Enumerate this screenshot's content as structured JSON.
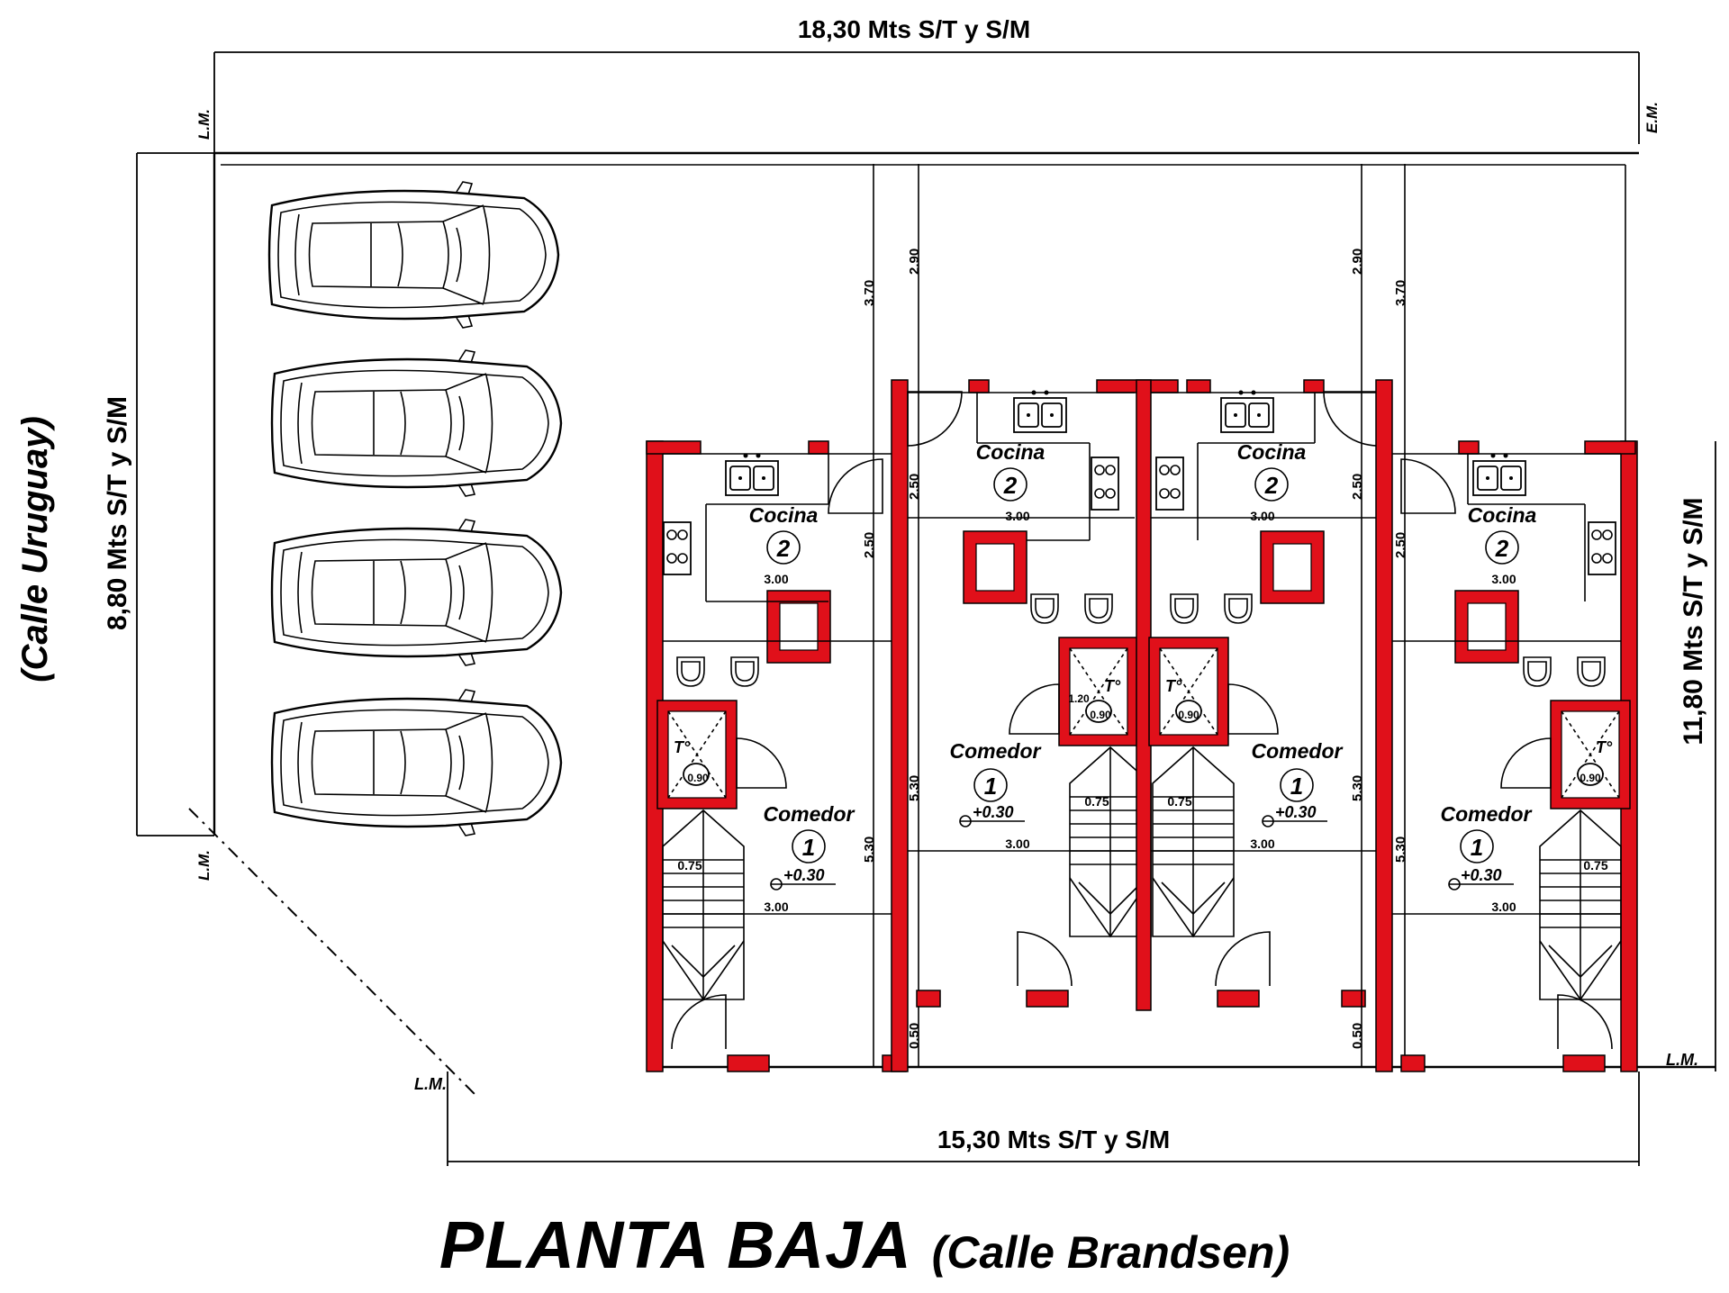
{
  "title": {
    "main": "PLANTA BAJA",
    "sub": "(Calle Brandsen)"
  },
  "dimensions": {
    "top": "18,30 Mts  S/T y S/M",
    "bottom": "15,30 Mts  S/T y S/M",
    "left": "8,80 Mts  S/T y S/M",
    "right": "11,80 Mts  S/T y S/M",
    "street_left": "(Calle Uruguay)"
  },
  "markers": {
    "lm": "L.M.",
    "em": "E.M."
  },
  "rooms": {
    "kitchen": "Cocina",
    "kitchen_number": "2",
    "dining": "Comedor",
    "dining_number": "1",
    "bath": "T°",
    "level": "+0.30"
  },
  "measures": {
    "width": "3.00",
    "stair": "0.75",
    "bath_small": "1.20",
    "bath_depth": "0.90",
    "v370": "3.70",
    "v290": "2.90",
    "v250": "2.50",
    "v530": "5.30",
    "v050": "0.50"
  },
  "parking": {
    "cars": 4
  }
}
